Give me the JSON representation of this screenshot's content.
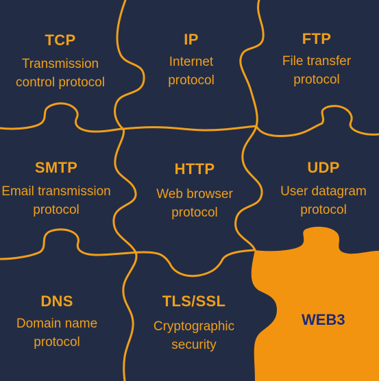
{
  "colors": {
    "background": "#232c45",
    "accent": "#f0a018",
    "highlight_piece": "#f39410",
    "web3_text": "#1c2a7a"
  },
  "pieces": [
    {
      "title": "TCP",
      "description": [
        "Transmission",
        "control protocol"
      ]
    },
    {
      "title": "IP",
      "description": [
        "Internet",
        "protocol"
      ]
    },
    {
      "title": "FTP",
      "description": [
        "File transfer",
        "protocol"
      ]
    },
    {
      "title": "SMTP",
      "description": [
        "Email transmission",
        "protocol"
      ]
    },
    {
      "title": "HTTP",
      "description": [
        "Web browser",
        "protocol"
      ]
    },
    {
      "title": "UDP",
      "description": [
        "User datagram",
        "protocol"
      ]
    },
    {
      "title": "DNS",
      "description": [
        "Domain name",
        "protocol"
      ]
    },
    {
      "title": "TLS/SSL",
      "description": [
        "Cryptographic",
        "security"
      ]
    },
    {
      "title": "WEB3",
      "description": []
    }
  ]
}
